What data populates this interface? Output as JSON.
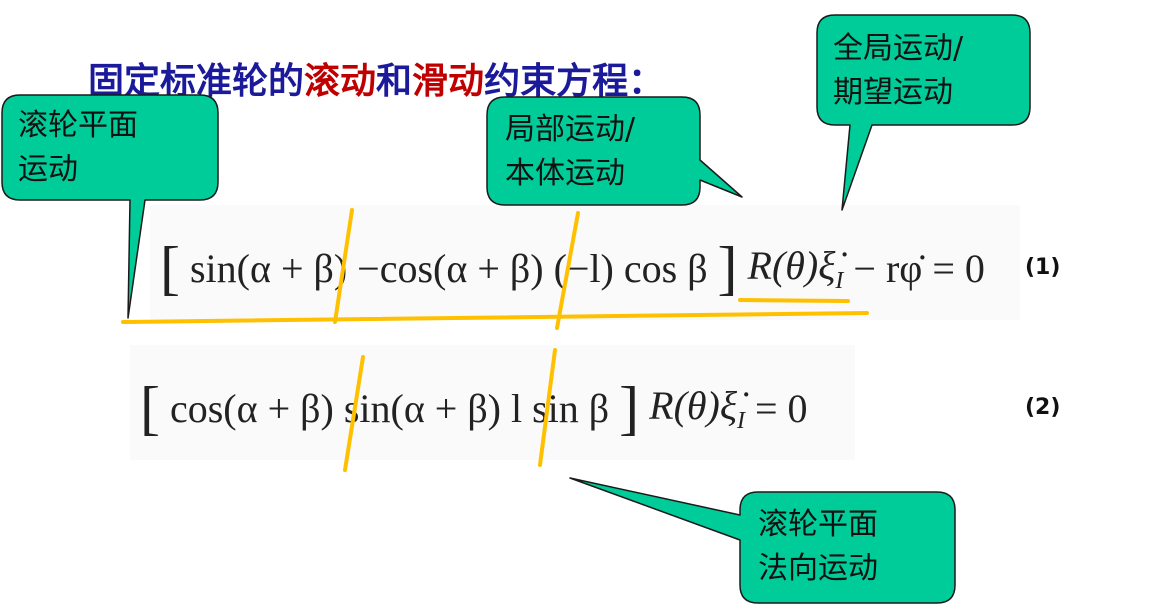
{
  "title": {
    "parts": [
      {
        "text": "固定标准轮的",
        "color": "#1a1a9a"
      },
      {
        "text": "滚动",
        "color": "#c00000"
      },
      {
        "text": "和",
        "color": "#1a1a9a"
      },
      {
        "text": "滑动",
        "color": "#c00000"
      },
      {
        "text": "约束方程：",
        "color": "#1a1a9a"
      }
    ]
  },
  "callouts": [
    {
      "lines": [
        "滚轮平面",
        "运动"
      ]
    },
    {
      "lines": [
        "局部运动/",
        "本体运动"
      ]
    },
    {
      "lines": [
        "全局运动/",
        "期望运动"
      ]
    },
    {
      "lines": [
        "滚轮平面",
        "法向运动"
      ]
    }
  ],
  "callout_color": "#00cc99",
  "highlight_color": "#ffc000",
  "equations": [
    {
      "number": "(1)",
      "cells": [
        "sin(α + β)",
        "−cos(α + β)",
        "(−l) cos β"
      ],
      "tail": "R(θ)ξ̇",
      "sub": "I",
      "rest": "− rφ̇  =  0"
    },
    {
      "number": "(2)",
      "cells": [
        "cos(α + β)",
        "sin(α + β)",
        "l sin β"
      ],
      "tail": "R(θ)ξ̇",
      "sub": "I",
      "rest": " =  0"
    }
  ]
}
